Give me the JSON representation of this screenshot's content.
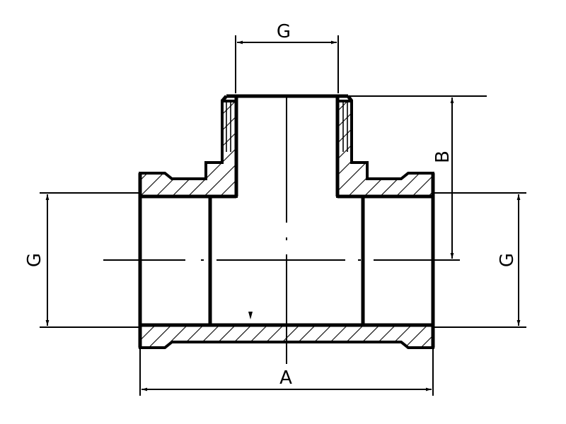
{
  "drawing": {
    "labels": {
      "top_g": "G",
      "left_g": "G",
      "right_g": "G",
      "height_b": "B",
      "length_a": "A"
    }
  }
}
